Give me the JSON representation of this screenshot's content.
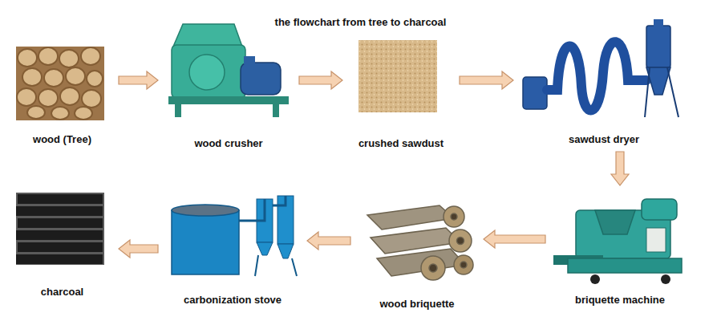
{
  "diagram": {
    "title": "the flowchart from tree to charcoal",
    "nodes": [
      {
        "text": [
          "wood (Tree)"
        ]
      },
      {
        "text": [
          "wood crusher"
        ]
      },
      {
        "text": [
          "crushed sawdust"
        ]
      },
      {
        "text": [
          "sawdust dryer"
        ]
      },
      {
        "text": [
          "briquette machine"
        ]
      },
      {
        "text": [
          "wood briquette"
        ]
      },
      {
        "text": [
          "carbonization stove"
        ]
      },
      {
        "text": [
          "charcoal"
        ]
      }
    ],
    "edges": [
      {
        "from": 0,
        "to": 1,
        "arrow": "to"
      },
      {
        "from": 1,
        "to": 2,
        "arrow": "to"
      },
      {
        "from": 2,
        "to": 3,
        "arrow": "to"
      },
      {
        "from": 3,
        "to": 4,
        "arrow": "to"
      },
      {
        "from": 4,
        "to": 5,
        "arrow": "to"
      },
      {
        "from": 5,
        "to": 6,
        "arrow": "to"
      },
      {
        "from": 6,
        "to": 7,
        "arrow": "to"
      }
    ]
  }
}
